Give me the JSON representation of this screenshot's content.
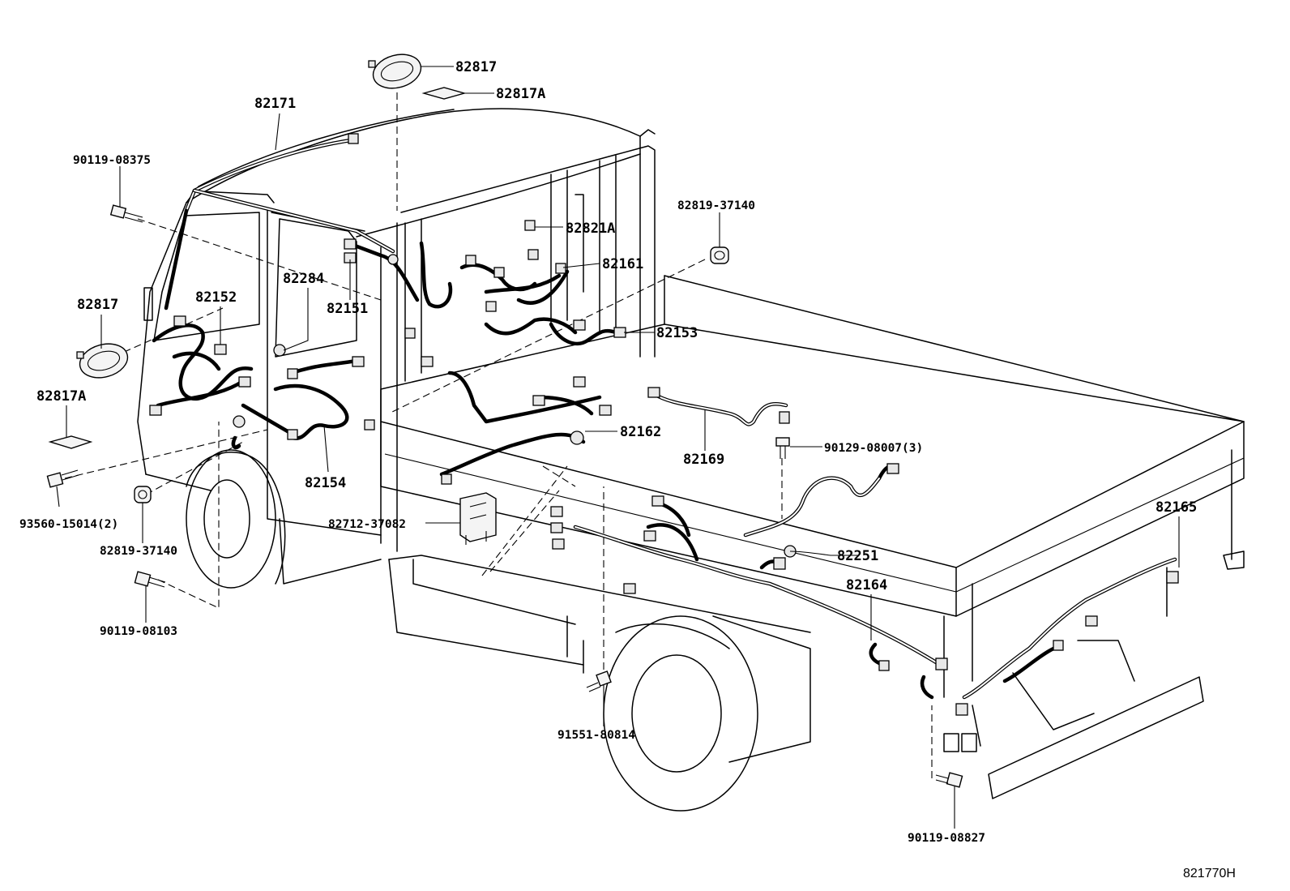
{
  "labels": {
    "p82817_top": "82817",
    "p82817a_top": "82817A",
    "p82171": "82171",
    "p90119_08375": "90119-08375",
    "p82819_37140_right": "82819-37140",
    "p82821a": "82821A",
    "p82161": "82161",
    "p82284": "82284",
    "p82152": "82152",
    "p82151": "82151",
    "p82817_left": "82817",
    "p82153": "82153",
    "p82817a_left": "82817A",
    "p82162": "82162",
    "p82169": "82169",
    "p90129_08007": "90129-08007(3)",
    "p82154": "82154",
    "p93560_15014": "93560-15014(2)",
    "p82712_37082": "82712-37082",
    "p82819_37140_left": "82819-37140",
    "p82165": "82165",
    "p82251": "82251",
    "p82164": "82164",
    "p90119_08103": "90119-08103",
    "p91551_80814": "91551-80814",
    "p90119_08827": "90119-08827"
  },
  "figure_code": "821770H"
}
